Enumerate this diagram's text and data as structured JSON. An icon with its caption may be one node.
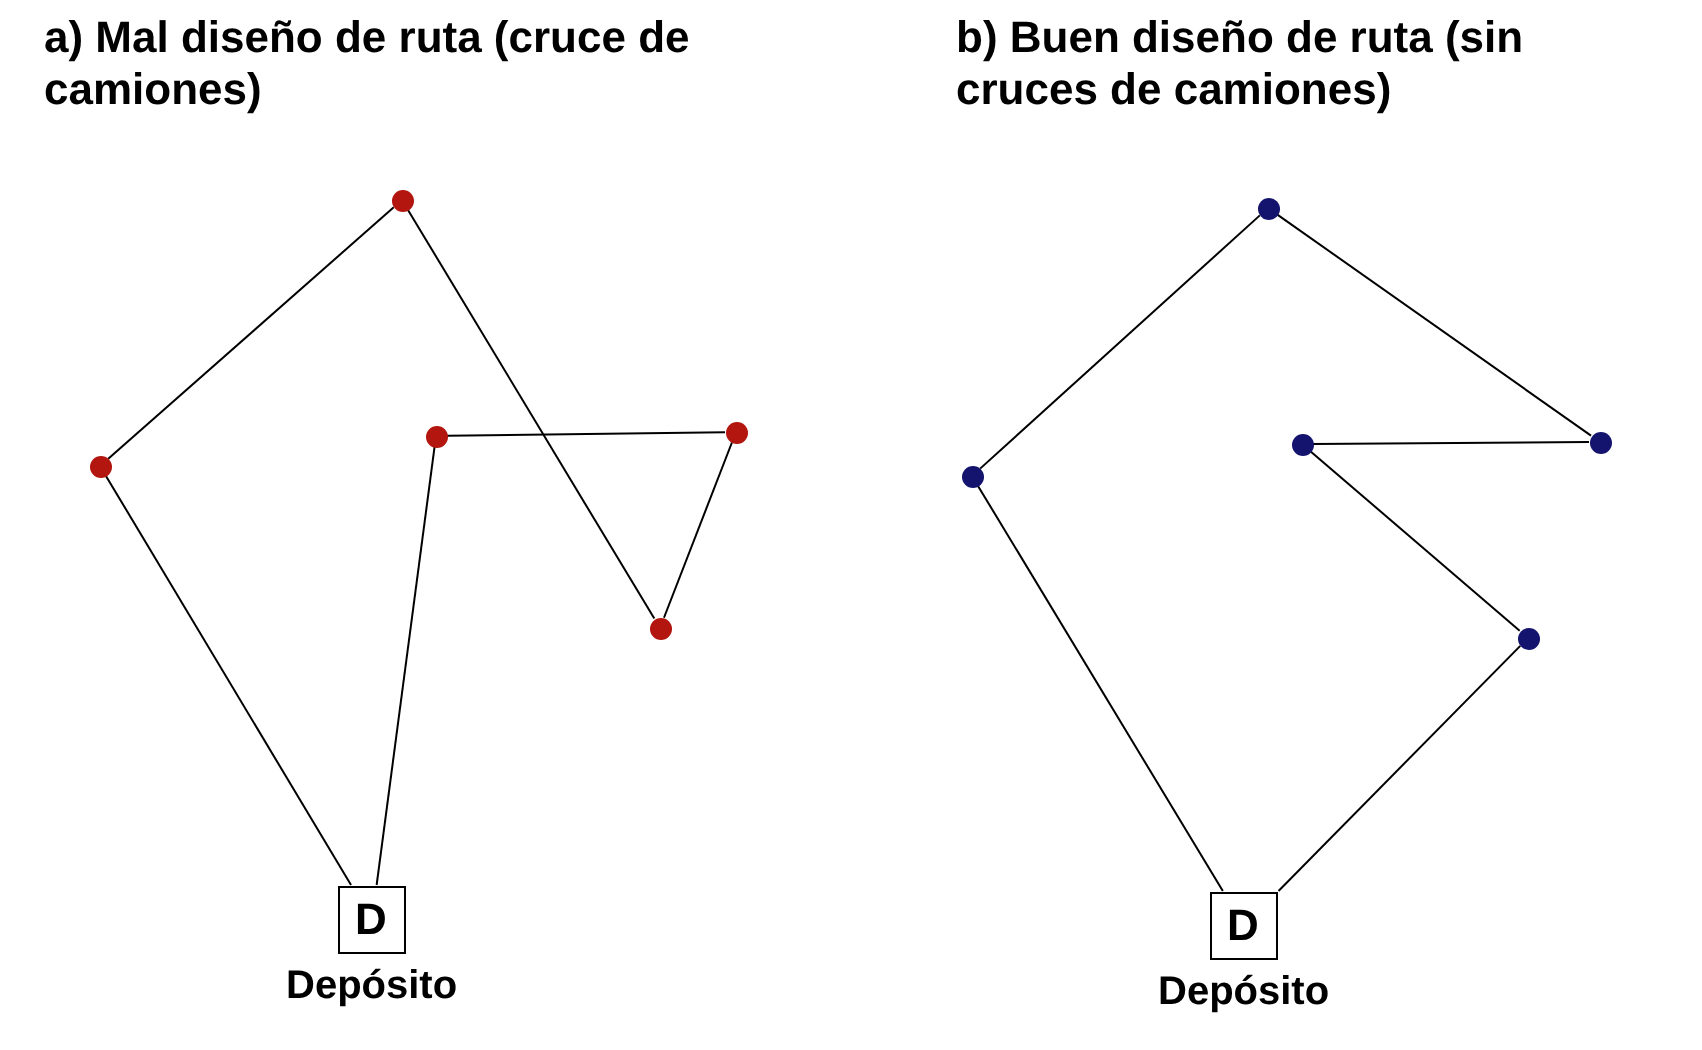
{
  "diagram": {
    "nodes": [
      {
        "text": [],
        "shape": "circle"
      },
      {
        "text": [],
        "shape": "circle"
      },
      {
        "text": [],
        "shape": "circle"
      },
      {
        "text": [],
        "shape": "circle"
      },
      {
        "text": [],
        "shape": "circle"
      },
      {
        "text": [
          "D"
        ],
        "beside": [
          "Depósito"
        ]
      },
      {
        "text": [],
        "shape": "circle"
      },
      {
        "text": [],
        "shape": "circle"
      },
      {
        "text": [],
        "shape": "circle"
      },
      {
        "text": [],
        "shape": "circle"
      },
      {
        "text": [],
        "shape": "circle"
      },
      {
        "text": [
          "D"
        ],
        "beside": [
          "Depósito"
        ]
      }
    ],
    "edges": [
      {
        "from": 5,
        "to": 1,
        "arrow": "none"
      },
      {
        "from": 1,
        "to": 0,
        "arrow": "none"
      },
      {
        "from": 0,
        "to": 4,
        "arrow": "none"
      },
      {
        "from": 4,
        "to": 3,
        "arrow": "none"
      },
      {
        "from": 3,
        "to": 2,
        "arrow": "none"
      },
      {
        "from": 2,
        "to": 5,
        "arrow": "none"
      },
      {
        "from": 11,
        "to": 7,
        "arrow": "none"
      },
      {
        "from": 7,
        "to": 6,
        "arrow": "none"
      },
      {
        "from": 6,
        "to": 9,
        "arrow": "none"
      },
      {
        "from": 9,
        "to": 8,
        "arrow": "none"
      },
      {
        "from": 8,
        "to": 10,
        "arrow": "none"
      },
      {
        "from": 10,
        "to": 11,
        "arrow": "none"
      }
    ],
    "labels": [
      "a) Mal diseño de ruta (cruce de camiones)",
      "b) Buen diseño de ruta (sin cruces de camiones)"
    ]
  }
}
